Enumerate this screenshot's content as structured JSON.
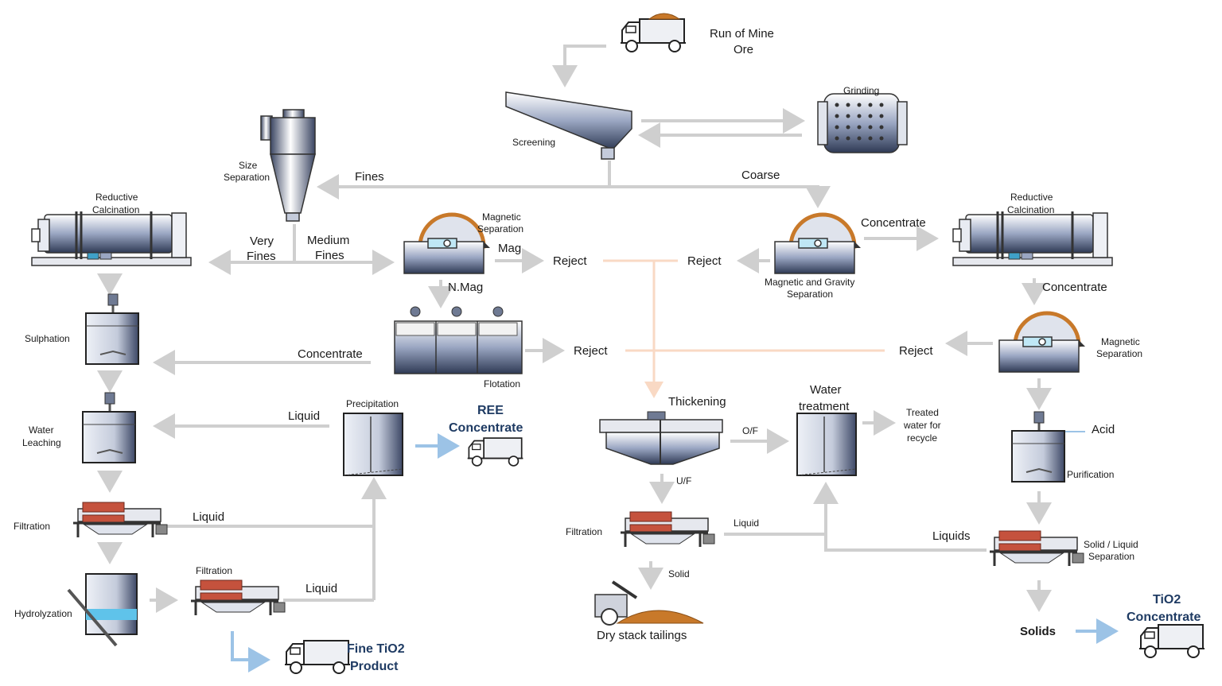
{
  "colors": {
    "arrow_gray": "#cfcfcf",
    "arrow_orange": "#f9d9c4",
    "arrow_blue": "#9cc3e6",
    "product_text": "#1f3b63",
    "equipment_steel": "#4a5570",
    "drum_orange": "#c8792a",
    "filter_red": "#c5523d"
  },
  "nodes": {
    "run_of_mine": {
      "line1": "Run of Mine",
      "line2": "Ore"
    },
    "screening": "Screening",
    "grinding": "Grinding",
    "size_sep": {
      "line1": "Size",
      "line2": "Separation"
    },
    "fines": "Fines",
    "coarse": "Coarse",
    "red_calc_left": {
      "line1": "Reductive",
      "line2": "Calcination"
    },
    "red_calc_right": {
      "line1": "Reductive",
      "line2": "Calcination"
    },
    "very_fines": {
      "line1": "Very",
      "line2": "Fines"
    },
    "medium_fines": {
      "line1": "Medium",
      "line2": "Fines"
    },
    "mag_sep_top": {
      "line1": "Magnetic",
      "line2": "Separation"
    },
    "mag": "Mag",
    "reject_1": "Reject",
    "reject_2": "Reject",
    "reject_3": "Reject",
    "reject_4": "Reject",
    "mag_grav": {
      "line1": "Magnetic and Gravity",
      "line2": "Separation"
    },
    "concentrate_1": "Concentrate",
    "concentrate_2": "Concentrate",
    "concentrate_3": "Concentrate",
    "nmag": "N.Mag",
    "flotation": "Flotation",
    "sulphation": "Sulphation",
    "mag_sep_right": {
      "line1": "Magnetic",
      "line2": "Separation"
    },
    "water_leaching": {
      "line1": "Water",
      "line2": "Leaching"
    },
    "liquid_1": "Liquid",
    "precipitation": "Precipitation",
    "ree": {
      "line1": "REE",
      "line2": "Concentrate"
    },
    "thickening": "Thickening",
    "of": "O/F",
    "uf": "U/F",
    "water_treatment": {
      "line1": "Water",
      "line2": "treatment"
    },
    "treated_water": {
      "line1": "Treated",
      "line2": "water for",
      "line3": "recycle"
    },
    "acid": "Acid",
    "purification": "Purification",
    "filtration_left": "Filtration",
    "liquid_2": "Liquid",
    "filtration_mid": "Filtration",
    "liquid_3": "Liquid",
    "solid": "Solid",
    "dry_stack": "Dry stack tailings",
    "liquids": "Liquids",
    "sls": {
      "line1": "Solid / Liquid",
      "line2": "Separation"
    },
    "hydrolyzation": "Hydrolyzation",
    "filtration_bottom": "Filtration",
    "liquid_4": "Liquid",
    "fine_tio2": {
      "line1": "Fine TiO2",
      "line2": "Product"
    },
    "solids": "Solids",
    "tio2": {
      "line1": "TiO2",
      "line2": "Concentrate"
    }
  }
}
